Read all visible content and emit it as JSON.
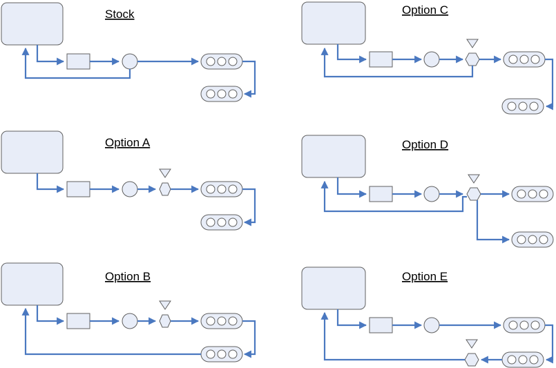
{
  "panels": [
    {
      "id": "stock",
      "title": "Stock"
    },
    {
      "id": "option-a",
      "title": "Option A"
    },
    {
      "id": "option-b",
      "title": "Option B"
    },
    {
      "id": "option-c",
      "title": "Option C"
    },
    {
      "id": "option-d",
      "title": "Option D"
    },
    {
      "id": "option-e",
      "title": "Option E"
    }
  ],
  "colors": {
    "line": "#4a78c0",
    "component_fill": "#e8edf8",
    "component_stroke": "#606060"
  },
  "icons": [
    "tank-icon",
    "filter-icon",
    "pump-icon",
    "regulator-icon",
    "fuel-rail-icon"
  ]
}
